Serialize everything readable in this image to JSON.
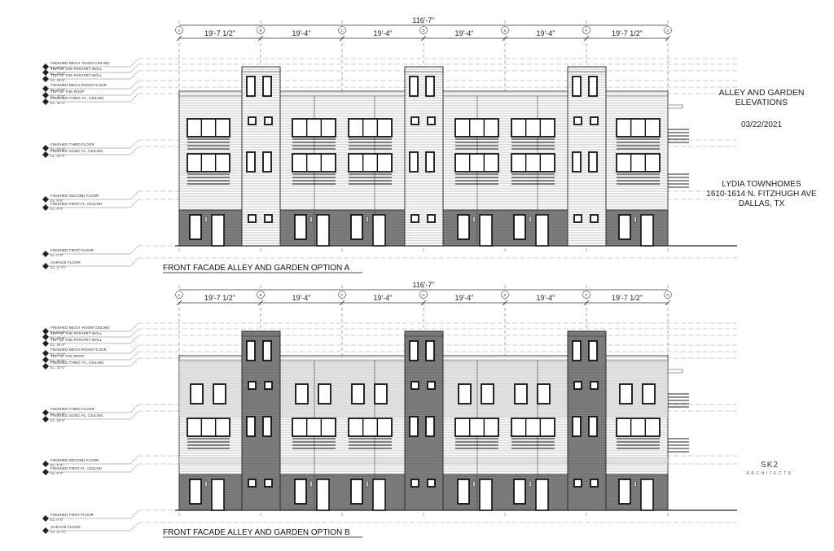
{
  "sheet": {
    "title_lines": [
      "ALLEY AND GARDEN",
      "ELEVATIONS"
    ],
    "date": "03/22/2021",
    "project_lines": [
      "LYDIA TOWNHOMES",
      "1610-1614 N. FITZHUGH AVE",
      "DALLAS, TX"
    ],
    "logo_mark": "SK2",
    "logo_sub": "ARCHITECTS"
  },
  "elevations": [
    {
      "id": "A",
      "caption": "FRONT FACADE  ALLEY AND GARDEN OPTION A",
      "tower_fill": "#ffffff",
      "band_fill": "#ffffff"
    },
    {
      "id": "B",
      "caption": "FRONT FACADE  ALLEY AND GARDEN OPTION B",
      "tower_fill": "#8a8a8a",
      "band_fill": "#d4d4d4"
    }
  ],
  "overall_dimension": "116'-7\"",
  "bay_dimensions": [
    "19'-7 1/2\"",
    "19'-4\"",
    "19'-4\"",
    "19'-4\"",
    "19'-4\"",
    "19'-7 1/2\""
  ],
  "grid_labels": [
    "A",
    "B",
    "C",
    "D",
    "E",
    "F",
    "G"
  ],
  "level_markers": [
    {
      "name": "FINISHED MECH. ROOM CEILING",
      "el": "EL. 41'-8\""
    },
    {
      "name": "TOP OF THE PARAPET WALL",
      "el": "EL. 38'-8\""
    },
    {
      "name": "TOP OF THE PARAPET WALL",
      "el": "EL. 36'-8\""
    },
    {
      "name": "FINISHED MECH.ROOM FLOOR",
      "el": "EL. 33'-0\""
    },
    {
      "name": "TOP OF THE ROOF",
      "el": "EL. 32'-8\""
    },
    {
      "name": "FINISHED THIRD .FL. CEILING",
      "el": "EL. 31'-0\""
    },
    {
      "name": "FINISHED THIRD FLOOR",
      "el": "EL. 21'-8\""
    },
    {
      "name": "FINISHED SCND. FL. CEILING",
      "el": "EL. 19'-8\""
    },
    {
      "name": "FINISHED SECOND FLOOR",
      "el": "EL. 9'-8\""
    },
    {
      "name": "FINISHED FIRST FL. CEILING",
      "el": "EL. 8'-0\""
    },
    {
      "name": "FINISHED FIRST FLOOR",
      "el": "EL. 0'-0\""
    },
    {
      "name": "GARAGE FLOOR",
      "el": "EL. (1'-4\")"
    }
  ]
}
